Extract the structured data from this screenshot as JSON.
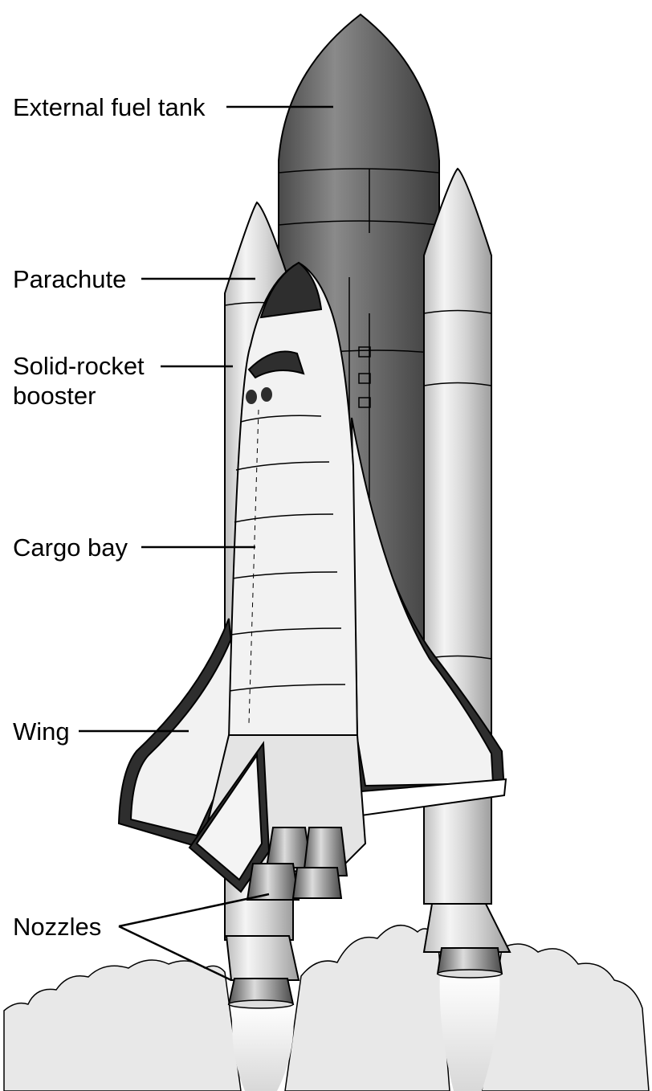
{
  "labels": {
    "external_fuel_tank": "External fuel tank",
    "parachute": "Parachute",
    "solid_rocket_booster_line1": "Solid-rocket",
    "solid_rocket_booster_line2": "booster",
    "cargo_bay": "Cargo bay",
    "wing": "Wing",
    "nozzles": "Nozzles"
  },
  "colors": {
    "tank": "#6b6b6b",
    "booster": "#dcdcdc",
    "orbiter": "#f2f2f2",
    "dark_trim": "#2e2e2e",
    "smoke": "#e6e6e6"
  }
}
